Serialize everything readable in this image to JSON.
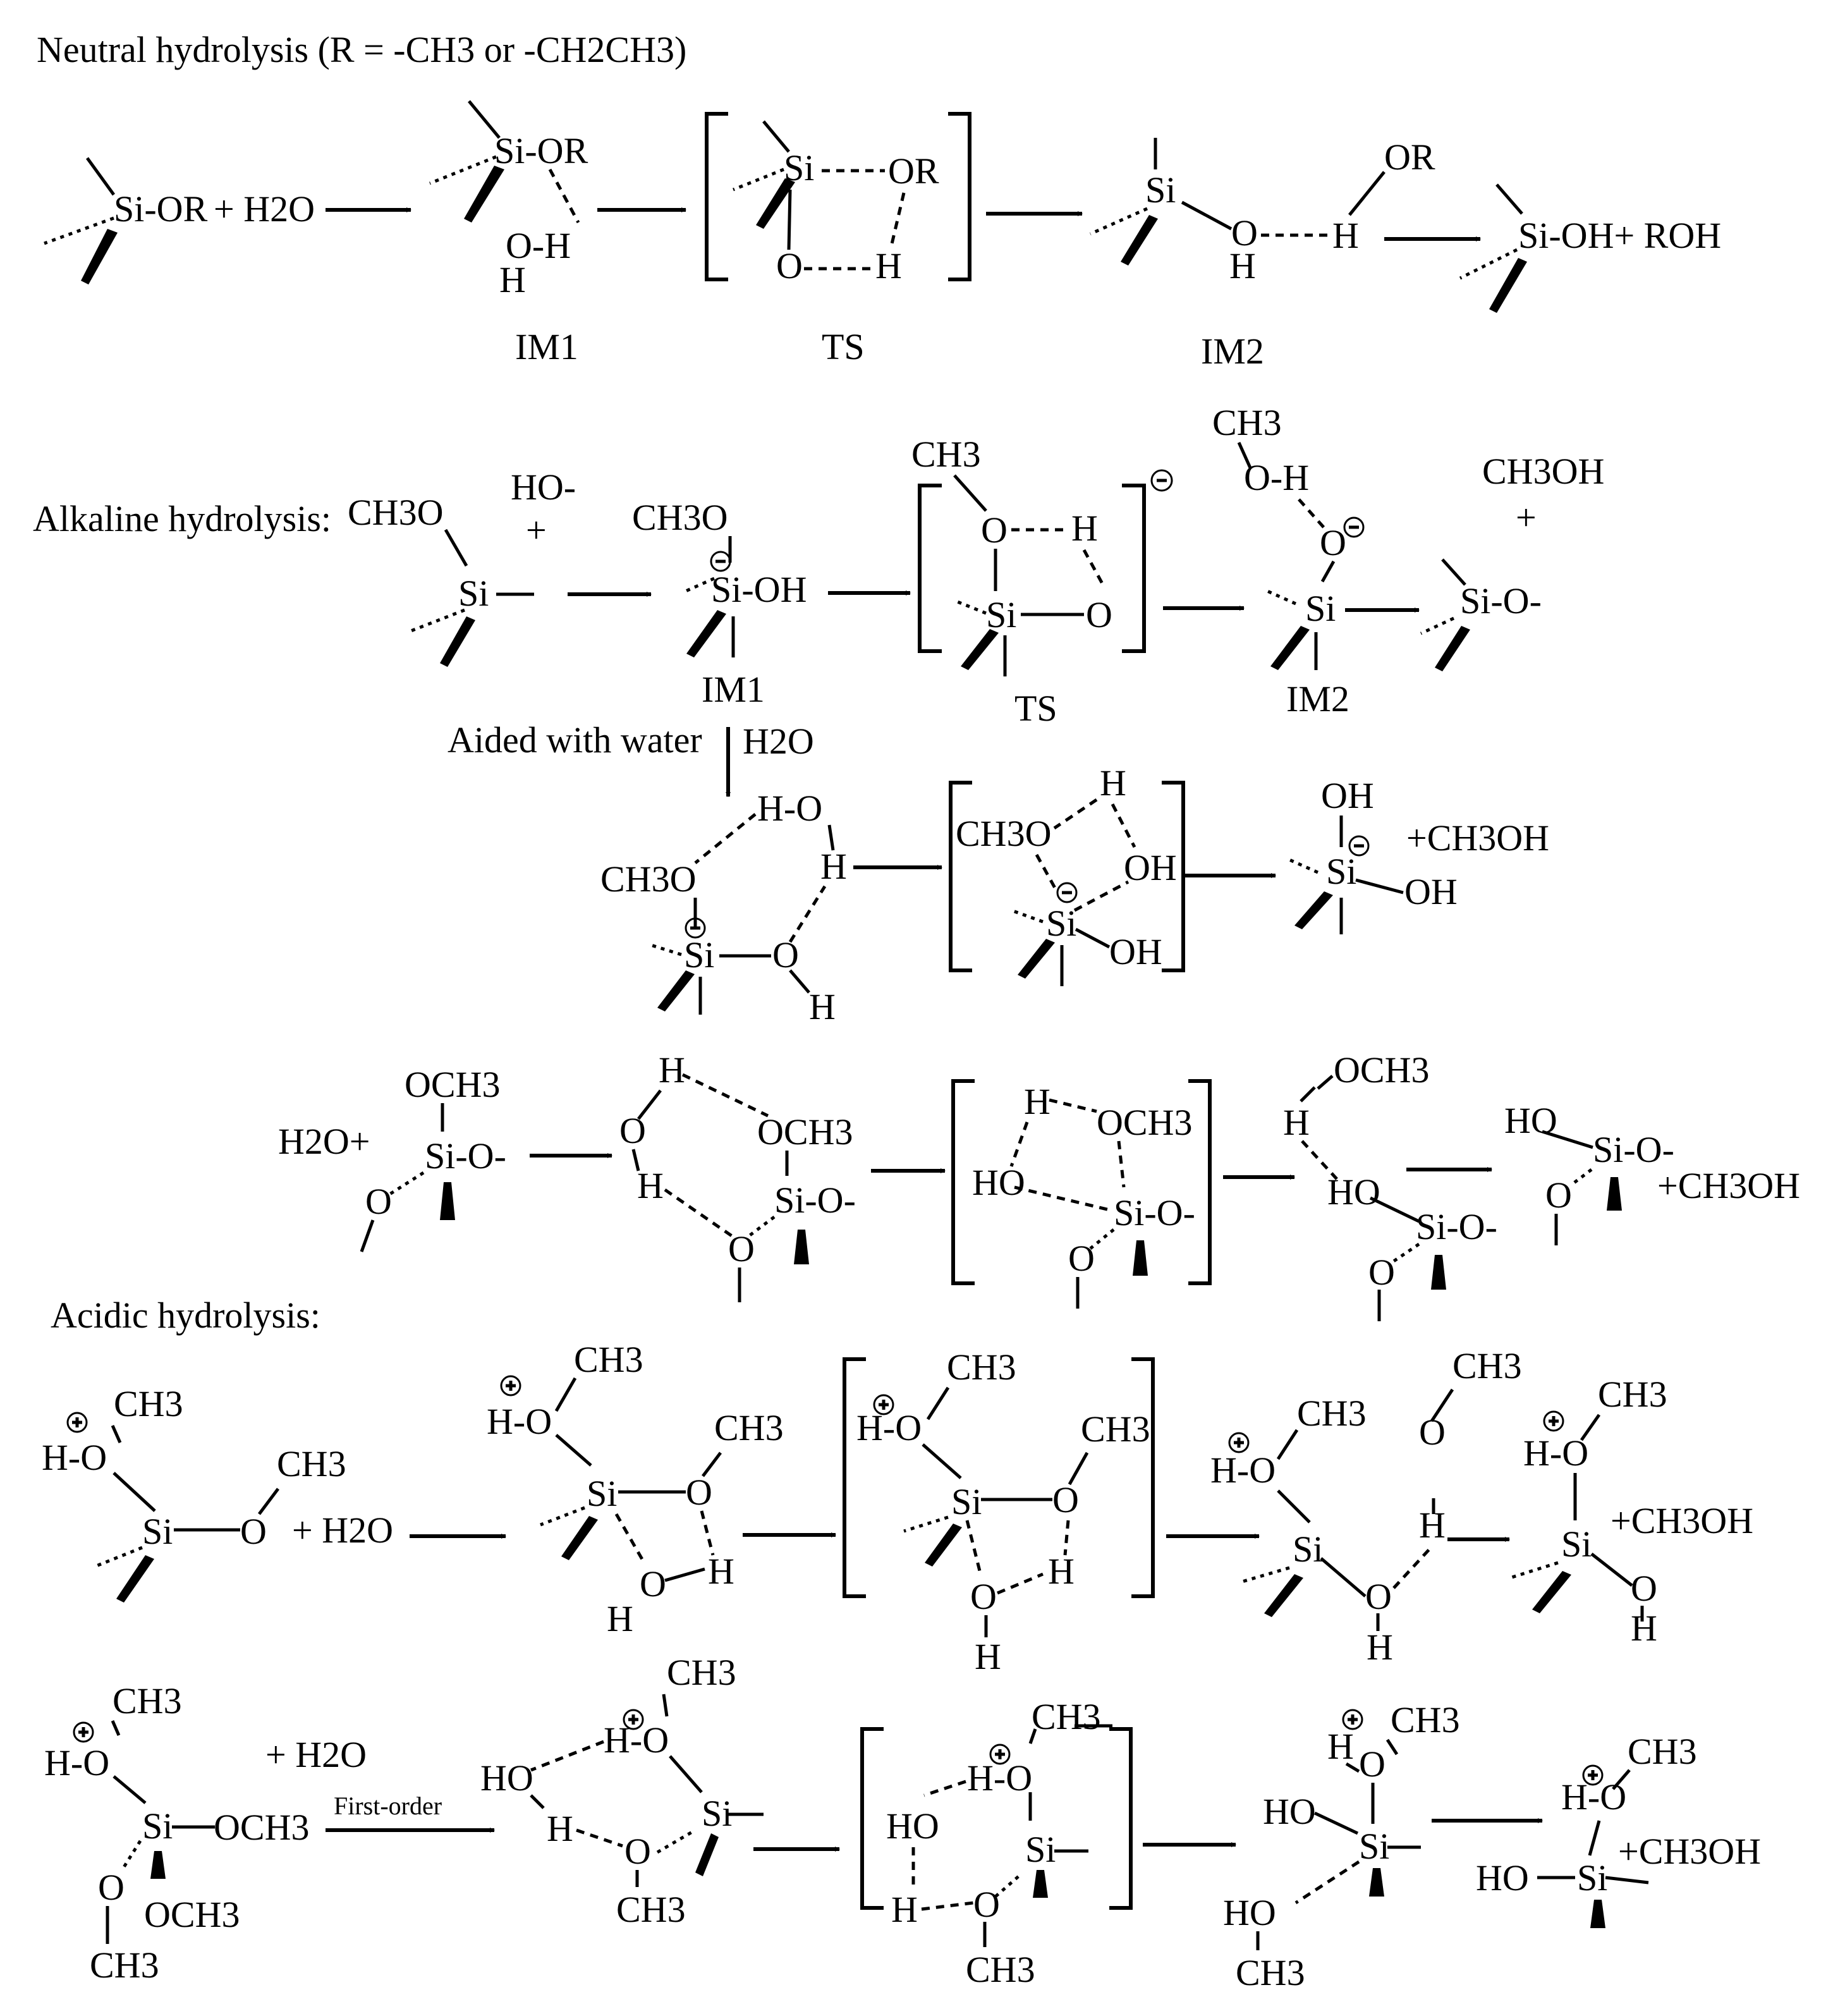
{
  "headers": {
    "neutral": "Neutral hydrolysis (R = -CH3 or -CH2CH3)",
    "alkaline": "Alkaline hydrolysis:",
    "acidic": "Acidic hydrolysis:"
  },
  "stage_labels": {
    "im1": "IM1",
    "ts": "TS",
    "im2": "IM2"
  },
  "annotations": {
    "aided_with_water": "Aided with water",
    "h2o": "H2O",
    "first_order": "First-order"
  },
  "fragments": {
    "si_or": "Si-OR",
    "si_oh_plus_roh": "Si-OH+ ROH",
    "plus_h2o": "+ H2O",
    "h2o_plus": "H2O+",
    "plus_ch3oh": "+CH3OH",
    "ch3oh": "CH3OH",
    "ho_minus": "HO-",
    "plus": "+",
    "ch3o": "CH3O",
    "ch3": "CH3",
    "och3": "OCH3",
    "si": "Si",
    "si_oh": "Si-OH",
    "si_o_minus": "Si-O-",
    "or": "OR",
    "oh": "OH",
    "ho": "HO",
    "o": "O",
    "h": "H",
    "o_h": "O-H",
    "h_o": "H-O"
  }
}
